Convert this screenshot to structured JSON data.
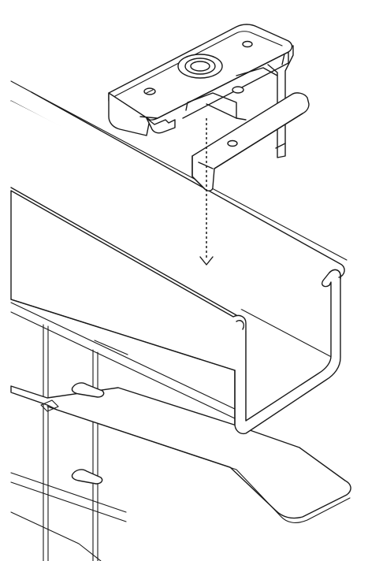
{
  "diagram": {
    "type": "installation-illustration",
    "parts": [
      "mounting-bracket",
      "headrail",
      "slats",
      "ladder-cords"
    ],
    "arrow_direction": "down",
    "line_color": "#1a1a1a",
    "background": "#ffffff"
  }
}
